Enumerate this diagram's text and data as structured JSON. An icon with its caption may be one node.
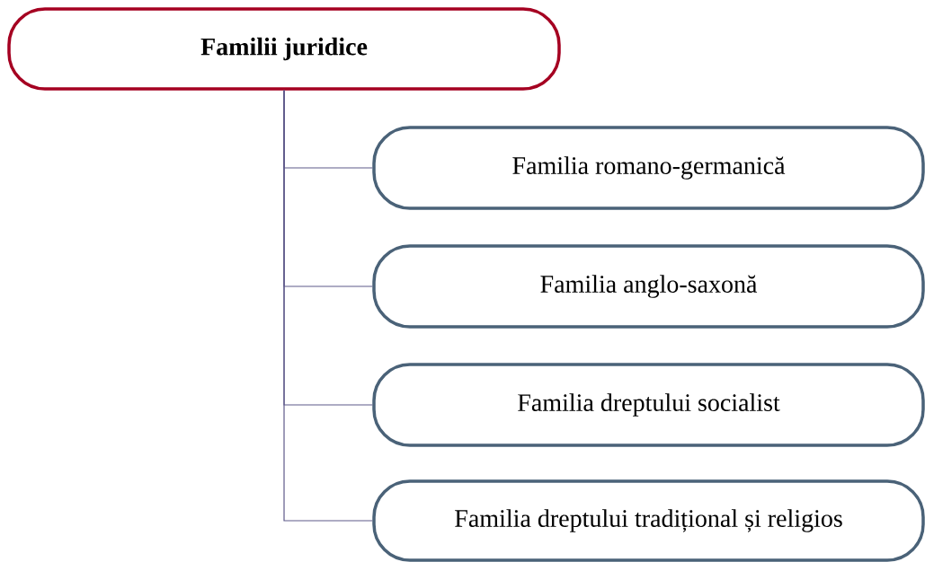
{
  "diagram": {
    "nodes": [
      {
        "text": [
          "Familii juridice"
        ]
      },
      {
        "text": [
          "Familia romano-germanică"
        ]
      },
      {
        "text": [
          "Familia anglo-saxonă"
        ]
      },
      {
        "text": [
          "Familia dreptului socialist"
        ]
      },
      {
        "text": [
          "Familia dreptului tradițional și religios"
        ]
      }
    ],
    "edges": [
      {
        "from": 0,
        "to": 1,
        "arrow": "none"
      },
      {
        "from": 0,
        "to": 2,
        "arrow": "none"
      },
      {
        "from": 0,
        "to": 3,
        "arrow": "none"
      },
      {
        "from": 0,
        "to": 4,
        "arrow": "none"
      }
    ]
  }
}
